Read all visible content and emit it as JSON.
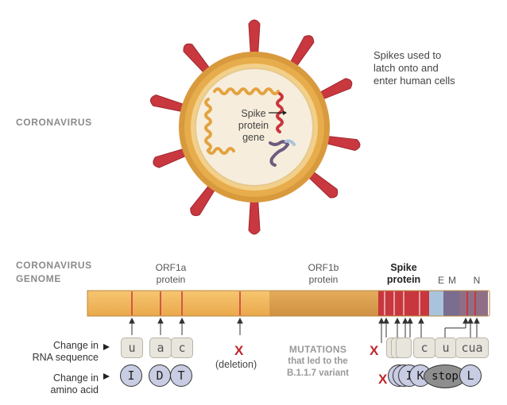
{
  "labels": {
    "coronavirus": "CORONAVIRUS",
    "spike_caption_l1": "Spikes used to",
    "spike_caption_l2": "latch onto and",
    "spike_caption_l3": "enter human cells",
    "spike_gene_l1": "Spike",
    "spike_gene_l2": "protein",
    "spike_gene_l3": "gene",
    "genome_l1": "CORONAVIRUS",
    "genome_l2": "GENOME",
    "orf1a_l1": "ORF1a",
    "orf1a_l2": "protein",
    "orf1b_l1": "ORF1b",
    "orf1b_l2": "protein",
    "spike_l1": "Spike",
    "spike_l2": "protein",
    "e": "E",
    "m": "M",
    "n": "N",
    "rna_l1": "Change in",
    "rna_l2": "RNA sequence",
    "aa_l1": "Change in",
    "aa_l2": "amino acid",
    "deletion": "(deletion)",
    "mut_l1": "MUTATIONS",
    "mut_l2": "that led to the",
    "mut_l3": "B.1.1.7 variant",
    "x": "X"
  },
  "mutations_left": [
    {
      "rna": "u",
      "aa": "I"
    },
    {
      "rna": "a",
      "aa": "D"
    },
    {
      "rna": "c",
      "aa": "T"
    }
  ],
  "mutations_right": {
    "rna": [
      "c",
      "u",
      "cua"
    ],
    "aa_stop": "stop",
    "aa_last": "L",
    "stack_aa": [
      "I",
      "K"
    ]
  },
  "colors": {
    "genome_orf1a": "#f2b85a",
    "genome_orf1b": "#e0a654",
    "spike_band": "#c8373e",
    "envelope": "#d99a3d",
    "spike_protrusion": "#c9373f",
    "blue_band": "#a8c4dc"
  }
}
